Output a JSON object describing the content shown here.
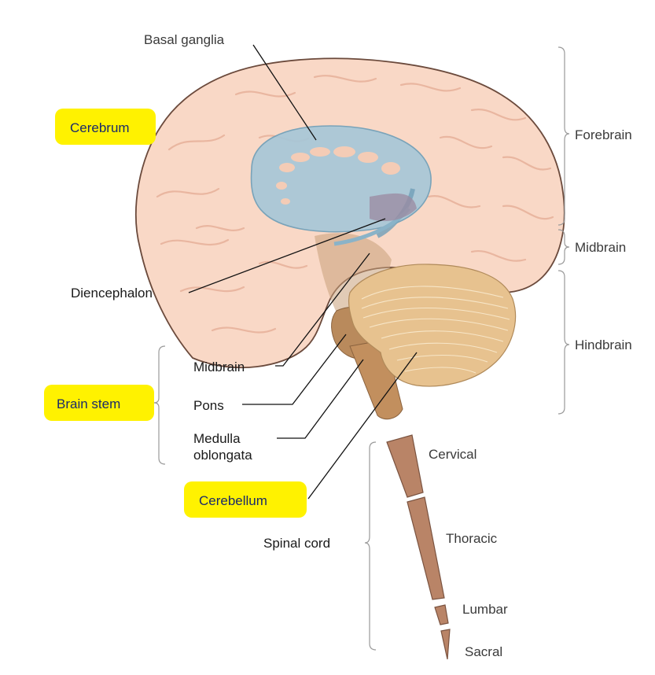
{
  "labels": {
    "basal_ganglia": "Basal ganglia",
    "cerebrum": "Cerebrum",
    "diencephalon": "Diencephalon",
    "midbrain_left": "Midbrain",
    "pons": "Pons",
    "medulla_line1": "Medulla",
    "medulla_line2": "oblongata",
    "brain_stem": "Brain stem",
    "cerebellum": "Cerebellum",
    "spinal_cord": "Spinal cord"
  },
  "regions": {
    "forebrain": "Forebrain",
    "midbrain": "Midbrain",
    "hindbrain": "Hindbrain"
  },
  "spinal_segments": {
    "cervical": "Cervical",
    "thoracic": "Thoracic",
    "lumbar": "Lumbar",
    "sacral": "Sacral"
  },
  "colors": {
    "cerebrum_fill": "#f9d8c6",
    "cerebrum_outline": "#6b4a3c",
    "basal_ganglia": "#a7c7d8",
    "cerebellum": "#e7c28f",
    "brainstem": "#b98a5c",
    "spinal_cord": "#b98467",
    "highlight": "#fff200"
  }
}
